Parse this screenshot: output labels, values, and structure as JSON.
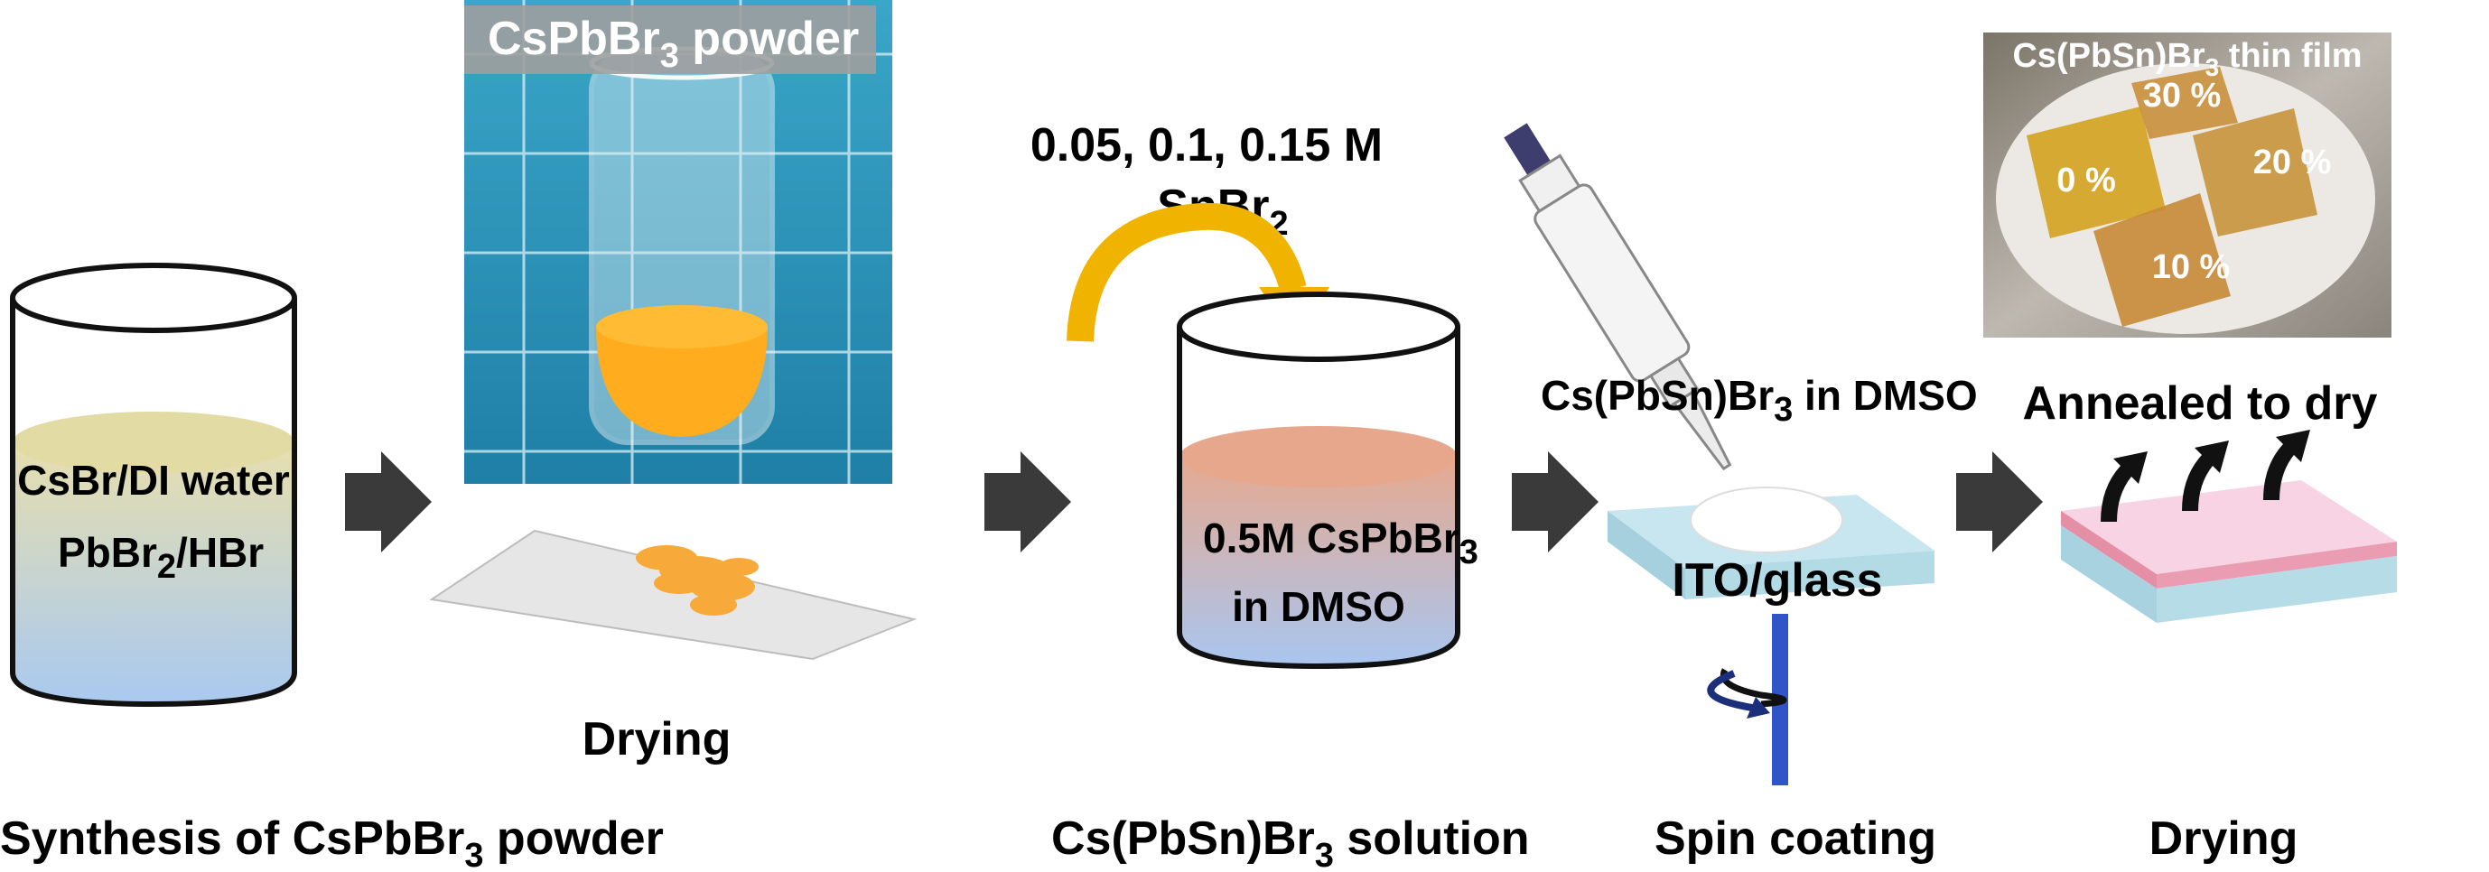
{
  "labels": {
    "step1_title": "Synthesis of CsPbBr",
    "step1_title_suffix": " powder",
    "beaker1_line1": "CsBr/DI water",
    "beaker1_line2": "PbBr",
    "beaker1_line2_suffix": "/HBr",
    "powder_photo_label": "CsPbBr",
    "powder_photo_label_suffix": " powder",
    "drying1": "Drying",
    "sn_concentrations": "0.05, 0.1, 0.15 M",
    "sn_compound": "SnBr",
    "beaker2_line1": "0.5M CsPbBr",
    "beaker2_line2": "in DMSO",
    "step3_title": "Cs(PbSn)Br",
    "step3_title_suffix": " solution",
    "pipette_label": "Cs(PbSn)Br",
    "pipette_label_suffix": " in DMSO",
    "substrate": "ITO/glass",
    "step4_title": "Spin coating",
    "film_photo_label": "Cs(PbSn)Br",
    "film_photo_label_suffix": " thin film",
    "film_pct": [
      "30 %",
      "0 %",
      "20 %",
      "10 %"
    ],
    "annealed": "Annealed to dry",
    "drying2": "Drying",
    "sub3": "3",
    "sub2": "2"
  },
  "colors": {
    "arrow": "#3a3a3a",
    "curved_arrow": "#f0b400",
    "spin_axis": "#2f55c8",
    "powder": "#f5a623",
    "glass_blue": "#b7dbe6",
    "film_pink": "#f6c9d9"
  }
}
